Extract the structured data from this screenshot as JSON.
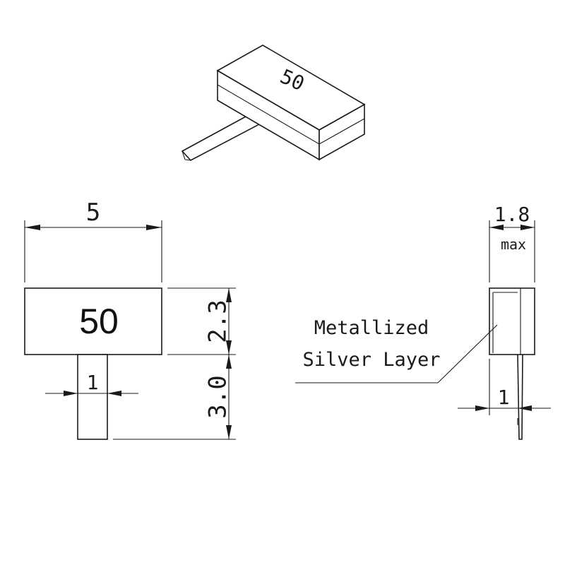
{
  "part": {
    "marking": "50"
  },
  "dimensions": {
    "width": "5",
    "body_height": "2.3",
    "lead_length": "3.0",
    "lead_width_front": "1",
    "thickness": "1.8",
    "thickness_qualifier": "max",
    "lead_width_side": "1"
  },
  "note": {
    "line1": "Metallized",
    "line2": "Silver Layer"
  }
}
